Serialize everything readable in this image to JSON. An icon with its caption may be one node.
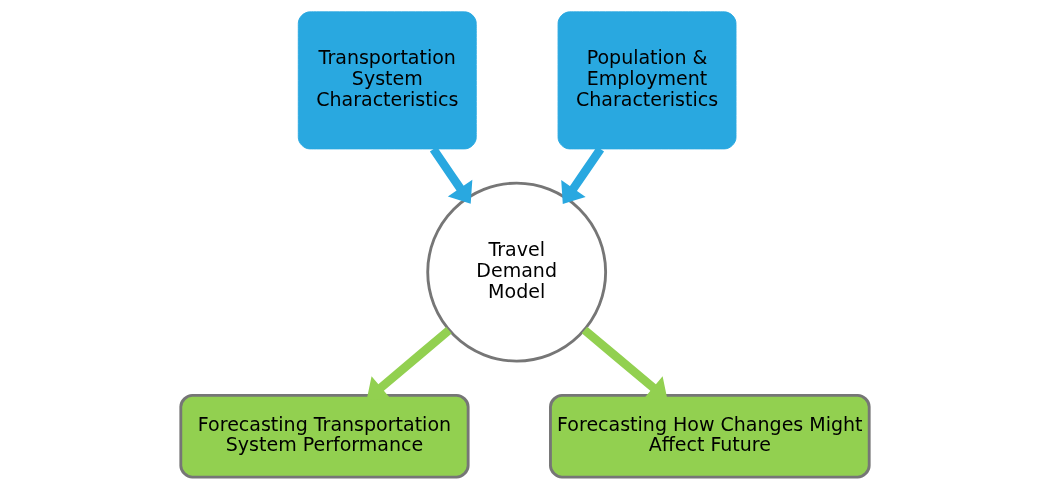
{
  "diagram": {
    "nodes": [
      {
        "text": [
          "Transportation System Characteristics"
        ]
      },
      {
        "text": [
          "Population & Employment Characteristics"
        ]
      },
      {
        "text": [
          "Travel Demand Model"
        ]
      },
      {
        "text": [
          "Forecasting Transportation System Performance"
        ]
      },
      {
        "text": [
          "Forecasting How Changes Might Affect Future"
        ]
      }
    ],
    "edges": [
      {
        "from": 0,
        "to": 2,
        "arrow": "to",
        "color": "#29a8e0"
      },
      {
        "from": 1,
        "to": 2,
        "arrow": "to",
        "color": "#29a8e0"
      },
      {
        "from": 2,
        "to": 3,
        "arrow": "to",
        "color": "#92d050"
      },
      {
        "from": 2,
        "to": 4,
        "arrow": "to",
        "color": "#92d050"
      }
    ]
  }
}
